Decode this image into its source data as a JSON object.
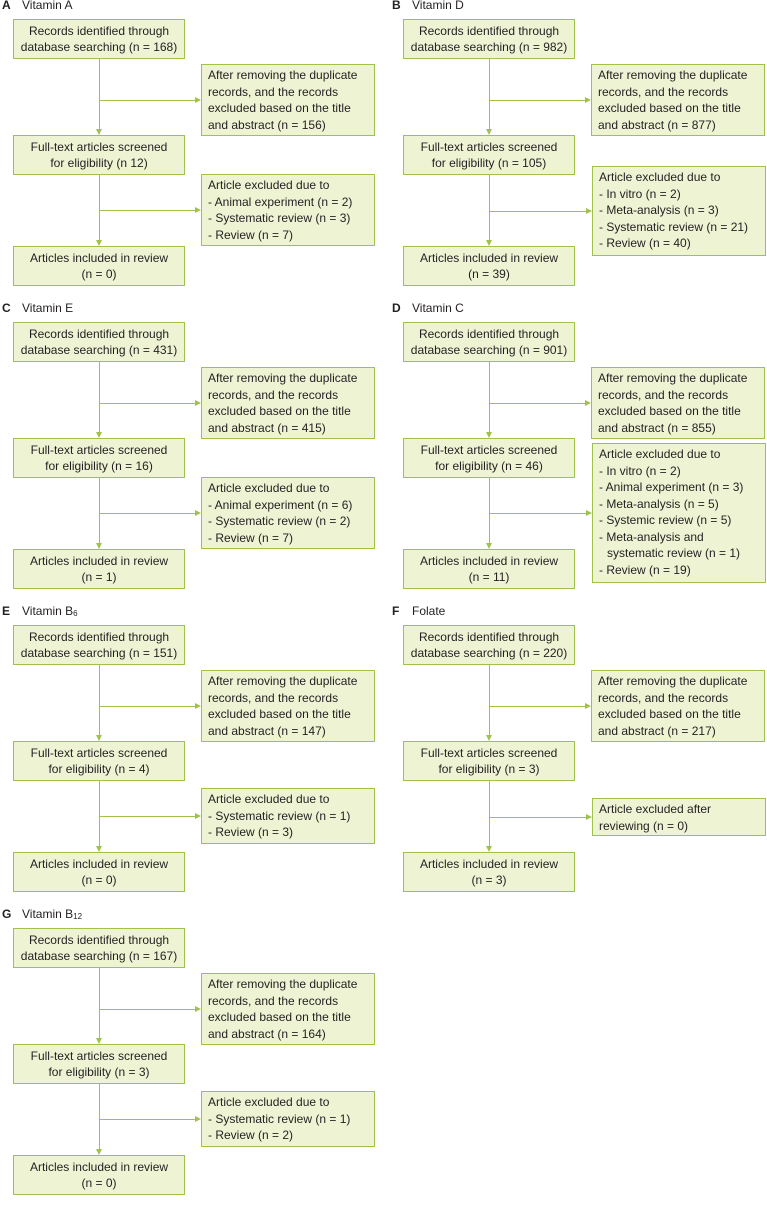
{
  "panels": [
    {
      "letter": "A",
      "name": "Vitamin A",
      "sub": "",
      "records": [
        "Records identified through",
        "database searching (n = 168)"
      ],
      "removed": [
        "After removing the duplicate",
        "records, and the records",
        "excluded based on the title",
        "and abstract (n = 156)"
      ],
      "screened": [
        "Full-text articles screened",
        "for eligibility (n          12)"
      ],
      "excluded": [
        "Article excluded due to",
        "- Animal experiment (n = 2)",
        "- Systematic review (n = 3)",
        "- Review (n = 7)"
      ],
      "included": [
        "Articles included in review",
        "(n = 0)"
      ]
    },
    {
      "letter": "B",
      "name": "Vitamin D",
      "sub": "",
      "records": [
        "Records identified through",
        "database searching (n = 982)"
      ],
      "removed": [
        "After removing the duplicate",
        "records, and the records",
        "excluded based on the title",
        "and abstract (n = 877)"
      ],
      "screened": [
        "Full-text articles screened",
        "for eligibility (n = 105)"
      ],
      "excluded": [
        "Article excluded due to",
        "- In vitro (n = 2)",
        "- Meta-analysis (n = 3)",
        "- Systematic review (n = 21)",
        "- Review (n = 40)"
      ],
      "included": [
        "Articles included in review",
        "(n = 39)"
      ]
    },
    {
      "letter": "C",
      "name": "Vitamin E",
      "sub": "",
      "records": [
        "Records identified through",
        "database searching (n = 431)"
      ],
      "removed": [
        "After removing the duplicate",
        "records, and the records",
        "excluded based on the title",
        "and abstract (n = 415)"
      ],
      "screened": [
        "Full-text articles screened",
        "for eligibility (n = 16)"
      ],
      "excluded": [
        "Article excluded due to",
        "- Animal experiment (n = 6)",
        "- Systematic review (n = 2)",
        "- Review (n = 7)"
      ],
      "included": [
        "Articles included in review",
        "(n = 1)"
      ]
    },
    {
      "letter": "D",
      "name": "Vitamin C",
      "sub": "",
      "records": [
        "Records identified through",
        "database searching (n = 901)"
      ],
      "removed": [
        "After removing the duplicate",
        "records, and the records",
        "excluded based on the title",
        "and abstract (n = 855)"
      ],
      "screened": [
        "Full-text articles screened",
        "for eligibility (n = 46)"
      ],
      "excluded": [
        "Article excluded due to",
        "- In vitro (n = 2)",
        "- Animal experiment (n = 3)",
        "- Meta-analysis (n = 5)",
        "- Systemic review (n = 5)",
        "- Meta-analysis and",
        "  systematic review (n = 1)",
        "- Review (n = 19)"
      ],
      "included": [
        "Articles included in review",
        "(n = 11)"
      ]
    },
    {
      "letter": "E",
      "name": "Vitamin B",
      "sub": "6",
      "records": [
        "Records identified through",
        "database searching (n = 151)"
      ],
      "removed": [
        "After removing the duplicate",
        "records, and the records",
        "excluded based on the title",
        "and abstract (n = 147)"
      ],
      "screened": [
        "Full-text articles screened",
        "for eligibility (n = 4)"
      ],
      "excluded": [
        "Article excluded due to",
        "- Systematic review (n = 1)",
        "- Review (n = 3)"
      ],
      "included": [
        "Articles included in review",
        "(n = 0)"
      ]
    },
    {
      "letter": "F",
      "name": "Folate",
      "sub": "",
      "records": [
        "Records identified through",
        "database searching (n = 220)"
      ],
      "removed": [
        "After removing the duplicate",
        "records, and the records",
        "excluded based on the title",
        "and abstract (n = 217)"
      ],
      "screened": [
        "Full-text articles screened",
        "for eligibility (n = 3)"
      ],
      "excluded": [
        "Article excluded after",
        "reviewing (n = 0)"
      ],
      "included": [
        "Articles included in review",
        "(n = 3)"
      ]
    },
    {
      "letter": "G",
      "name": "Vitamin B",
      "sub": "12",
      "records": [
        "Records identified through",
        "database searching (n = 167)"
      ],
      "removed": [
        "After removing the duplicate",
        "records, and the records",
        "excluded based on the title",
        "and abstract (n = 164)"
      ],
      "screened": [
        "Full-text articles screened",
        "for eligibility (n = 3)"
      ],
      "excluded": [
        "Article excluded due to",
        "- Systematic review (n = 1)",
        "- Review (n = 2)"
      ],
      "included": [
        "Articles included in review",
        "(n = 0)"
      ]
    }
  ]
}
